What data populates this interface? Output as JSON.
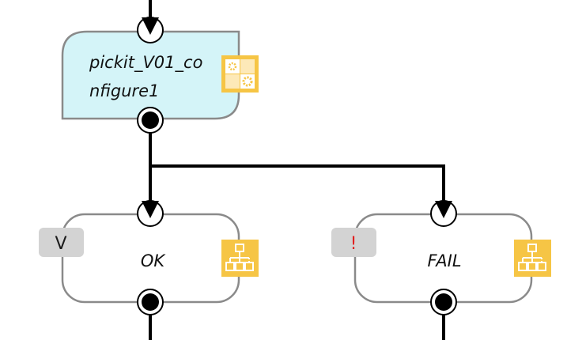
{
  "diagram": {
    "colors": {
      "connector": "#000000",
      "node_border": "#8a8a8a",
      "action_fill": "#d4f4f8",
      "state_fill": "#ffffff",
      "icon_bg": "#f6c545",
      "badge_bg": "#d3d3d3",
      "badge_ok_text": "#1a1a1a",
      "badge_fail_text": "#e02020"
    },
    "nodes": [
      {
        "id": "configure",
        "kind": "action",
        "label_lines": [
          "pickit_V01_co",
          "nfigure1"
        ],
        "icon": "gears-icon"
      },
      {
        "id": "ok",
        "kind": "state",
        "label": "OK",
        "badge": "V",
        "icon": "hierarchy-icon"
      },
      {
        "id": "fail",
        "kind": "state",
        "label": "FAIL",
        "badge": "!",
        "icon": "hierarchy-icon"
      }
    ],
    "edges": [
      {
        "from": "incoming",
        "to": "configure"
      },
      {
        "from": "configure",
        "to": "ok"
      },
      {
        "from": "configure",
        "to": "fail"
      },
      {
        "from": "ok",
        "to": "outgoing"
      },
      {
        "from": "fail",
        "to": "outgoing"
      }
    ]
  }
}
